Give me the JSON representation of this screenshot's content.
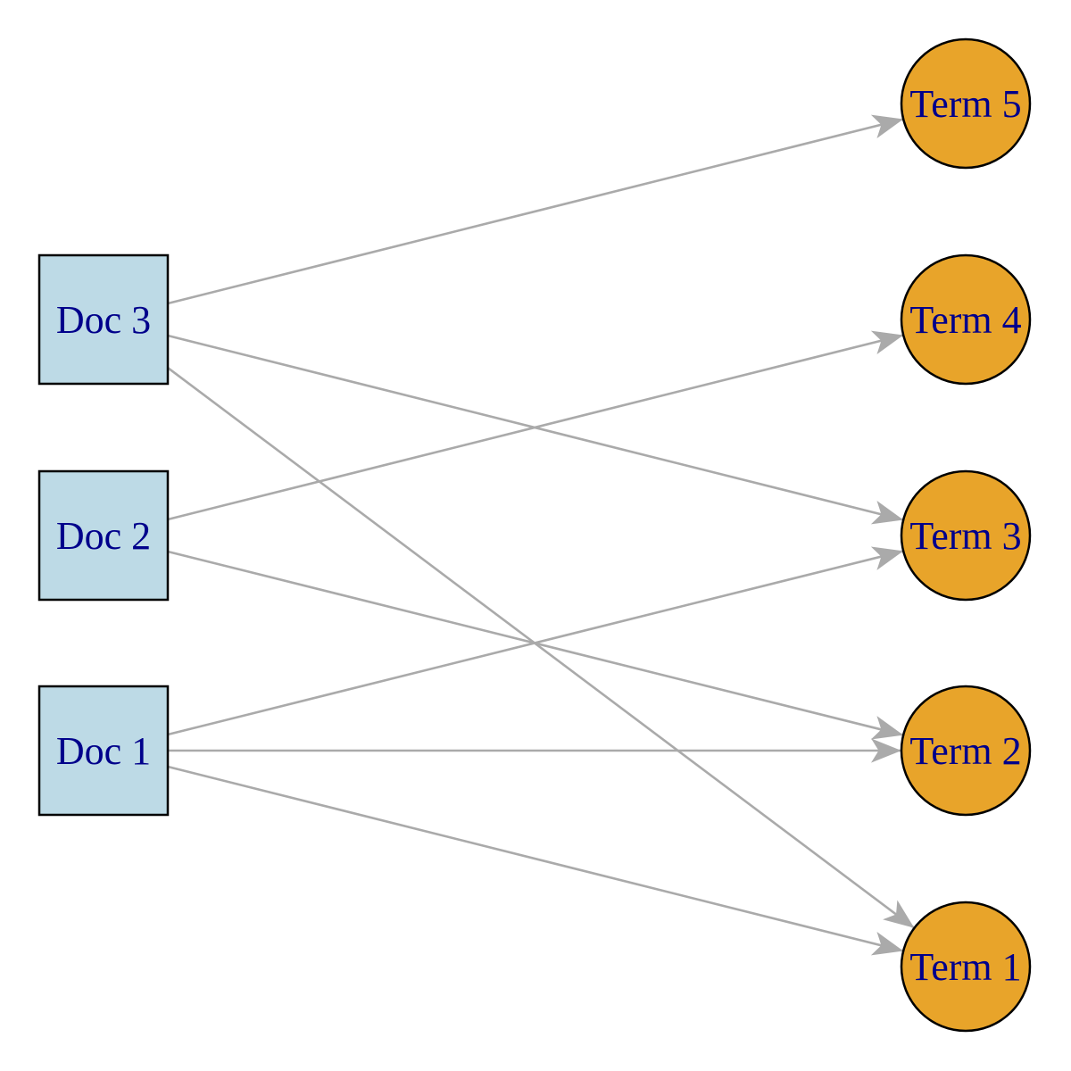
{
  "diagram": {
    "colors": {
      "doc_fill": "#BDDAE6",
      "term_fill": "#E8A42A",
      "node_stroke": "#000000",
      "edge": "#AAAAAA",
      "label": "#00008B",
      "background": "#FFFFFF"
    },
    "doc_nodes": [
      {
        "id": "doc3",
        "label": "Doc 3",
        "shape": "square"
      },
      {
        "id": "doc2",
        "label": "Doc 2",
        "shape": "square"
      },
      {
        "id": "doc1",
        "label": "Doc 1",
        "shape": "square"
      }
    ],
    "term_nodes": [
      {
        "id": "term5",
        "label": "Term 5",
        "shape": "circle"
      },
      {
        "id": "term4",
        "label": "Term 4",
        "shape": "circle"
      },
      {
        "id": "term3",
        "label": "Term 3",
        "shape": "circle"
      },
      {
        "id": "term2",
        "label": "Term 2",
        "shape": "circle"
      },
      {
        "id": "term1",
        "label": "Term 1",
        "shape": "circle"
      }
    ],
    "edges": [
      {
        "from": "doc3",
        "to": "term5"
      },
      {
        "from": "doc3",
        "to": "term3"
      },
      {
        "from": "doc3",
        "to": "term1"
      },
      {
        "from": "doc2",
        "to": "term4"
      },
      {
        "from": "doc2",
        "to": "term2"
      },
      {
        "from": "doc1",
        "to": "term3"
      },
      {
        "from": "doc1",
        "to": "term2"
      },
      {
        "from": "doc1",
        "to": "term1"
      }
    ]
  }
}
